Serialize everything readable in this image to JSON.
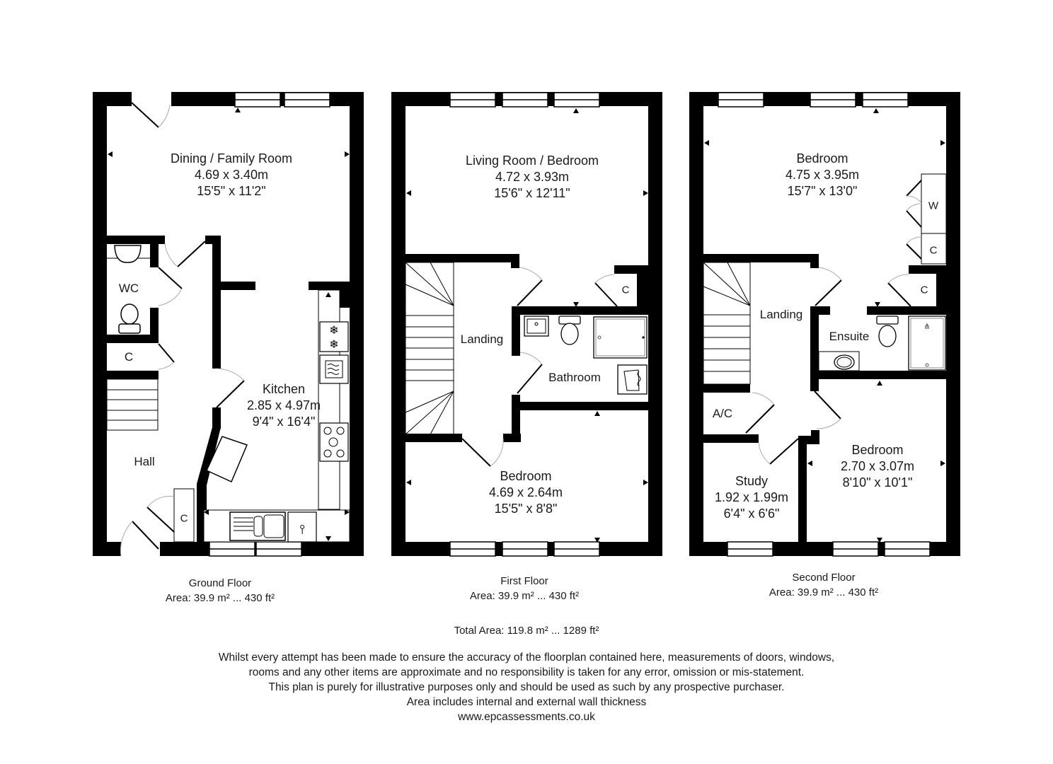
{
  "floors": [
    {
      "name": "Ground Floor",
      "area": "Area: 39.9 m² ... 430 ft²",
      "rooms": [
        {
          "name": "Dining / Family Room",
          "metric": "4.69 x 3.40m",
          "imperial": "15'5\" x 11'2\""
        },
        {
          "name": "Kitchen",
          "metric": "2.85 x 4.97m",
          "imperial": "9'4\" x 16'4\""
        },
        {
          "name": "WC"
        },
        {
          "name": "C"
        },
        {
          "name": "Hall"
        },
        {
          "name": "C"
        }
      ]
    },
    {
      "name": "First Floor",
      "area": "Area: 39.9 m² ... 430 ft²",
      "rooms": [
        {
          "name": "Living Room / Bedroom",
          "metric": "4.72 x 3.93m",
          "imperial": "15'6\" x 12'11\""
        },
        {
          "name": "Landing"
        },
        {
          "name": "Bathroom"
        },
        {
          "name": "C"
        },
        {
          "name": "Bedroom",
          "metric": "4.69 x 2.64m",
          "imperial": "15'5\" x 8'8\""
        }
      ]
    },
    {
      "name": "Second Floor",
      "area": "Area: 39.9 m² ... 430 ft²",
      "rooms": [
        {
          "name": "Bedroom",
          "metric": "4.75 x 3.95m",
          "imperial": "15'7\" x 13'0\""
        },
        {
          "name": "W"
        },
        {
          "name": "C"
        },
        {
          "name": "C"
        },
        {
          "name": "Landing"
        },
        {
          "name": "Ensuite"
        },
        {
          "name": "A/C"
        },
        {
          "name": "Study",
          "metric": "1.92 x 1.99m",
          "imperial": "6'4\" x 6'6\""
        },
        {
          "name": "Bedroom",
          "metric": "2.70 x 3.07m",
          "imperial": "8'10\" x 10'1\""
        }
      ]
    }
  ],
  "total_area": "Total Area: 119.8 m² ... 1289 ft²",
  "disclaimer": [
    "Whilst every attempt has been made to ensure the accuracy of the floorplan contained here, measurements of doors, windows,",
    "rooms and any other items are approximate and no responsibility is taken for any error, omission or mis-statement.",
    "This plan is purely for illustrative purposes only and should be used as such by any prospective purchaser.",
    "Area includes internal and external wall thickness",
    "www.epcassessments.co.uk"
  ],
  "colors": {
    "wall": "#000000",
    "background": "#ffffff",
    "door_arc": "#aaaaaa"
  }
}
